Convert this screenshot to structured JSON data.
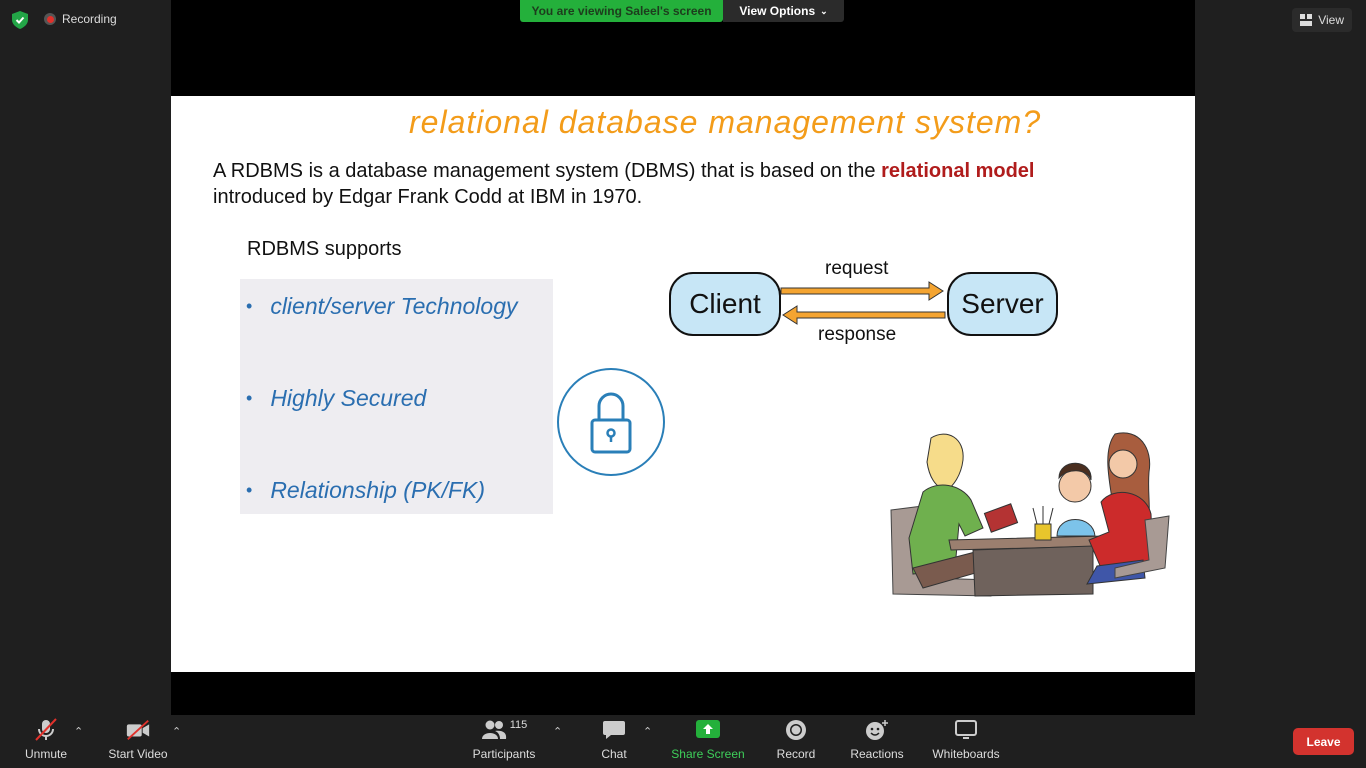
{
  "topbar": {
    "recording_label": "Recording",
    "viewing_banner": "You are viewing Saleel's screen",
    "view_options_label": "View Options",
    "view_button_label": "View"
  },
  "slide": {
    "title": "relational database management system?",
    "intro_part1": "A RDBMS is a database management system (DBMS) that is based on the ",
    "intro_highlight": "relational model",
    "intro_part2": "introduced by Edgar Frank Codd at IBM in 1970.",
    "supports_heading": "RDBMS supports",
    "bullets": [
      "client/server Technology",
      "Highly Secured",
      "Relationship (PK/FK)"
    ],
    "diagram": {
      "client": "Client",
      "server": "Server",
      "request": "request",
      "response": "response"
    }
  },
  "toolbar": {
    "unmute": "Unmute",
    "start_video": "Start Video",
    "participants": "Participants",
    "participant_count": "115",
    "chat": "Chat",
    "share_screen": "Share Screen",
    "record": "Record",
    "reactions": "Reactions",
    "whiteboards": "Whiteboards",
    "leave": "Leave"
  },
  "colors": {
    "accent_green": "#24b03b",
    "leave_red": "#d3332e",
    "title_orange": "#f39c1a",
    "bullet_blue": "#2a6eb0"
  }
}
